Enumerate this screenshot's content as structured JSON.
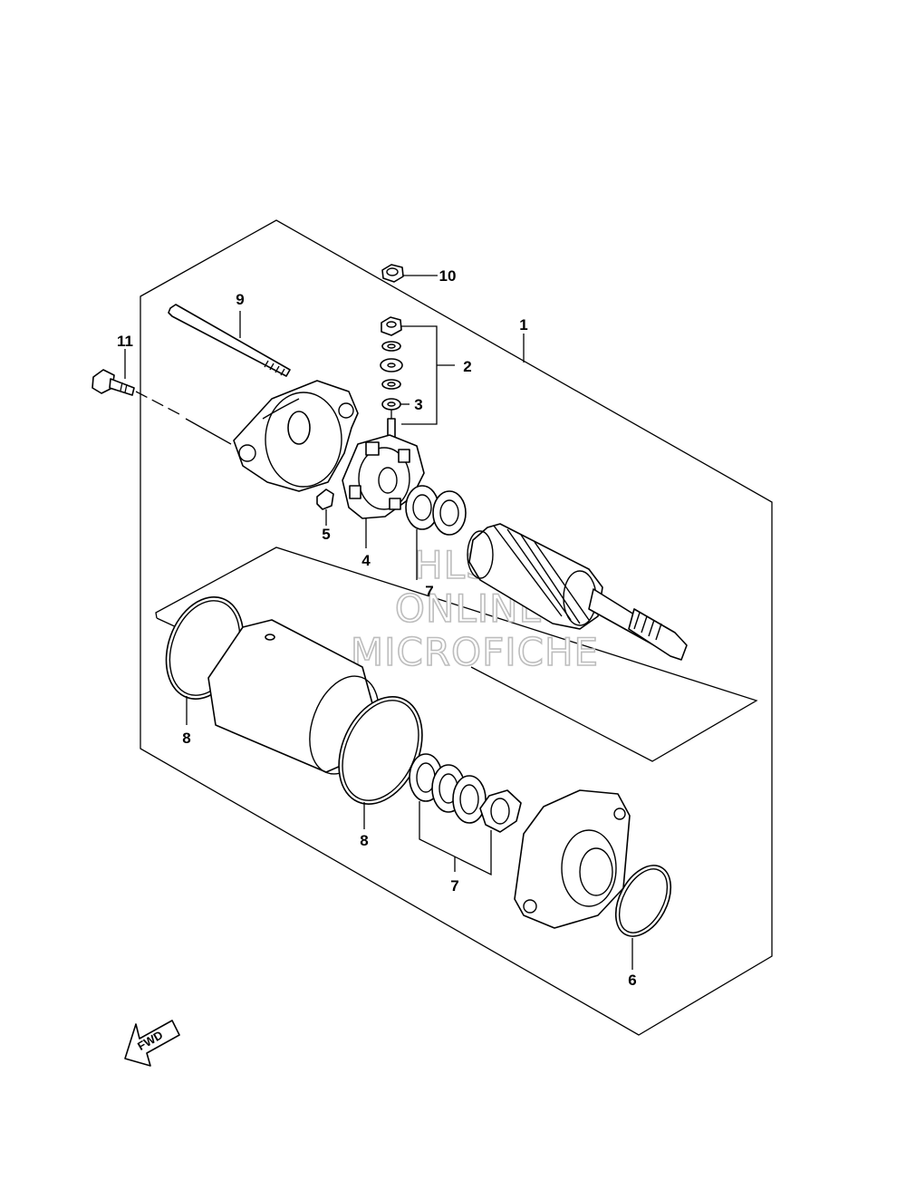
{
  "diagram": {
    "callouts": [
      {
        "id": "1",
        "label": "1"
      },
      {
        "id": "2",
        "label": "2"
      },
      {
        "id": "3",
        "label": "3"
      },
      {
        "id": "4",
        "label": "4"
      },
      {
        "id": "5",
        "label": "5"
      },
      {
        "id": "6",
        "label": "6"
      },
      {
        "id": "7a",
        "label": "7"
      },
      {
        "id": "7b",
        "label": "7"
      },
      {
        "id": "8a",
        "label": "8"
      },
      {
        "id": "8b",
        "label": "8"
      },
      {
        "id": "9",
        "label": "9"
      },
      {
        "id": "10",
        "label": "10"
      },
      {
        "id": "11",
        "label": "11"
      }
    ],
    "fwd_label": "FWD",
    "watermark": [
      "HLSM",
      "ONLINE",
      "MICROFICHE"
    ]
  }
}
